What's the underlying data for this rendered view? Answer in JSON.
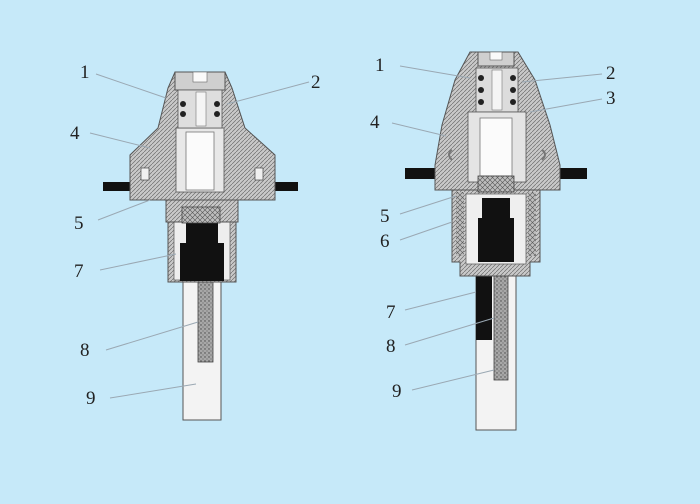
{
  "diagram": {
    "background": "#c6e9f9",
    "left": {
      "labels": [
        "1",
        "2",
        "4",
        "5",
        "7",
        "8",
        "9"
      ]
    },
    "right": {
      "labels": [
        "1",
        "2",
        "3",
        "4",
        "5",
        "6",
        "7",
        "8",
        "9"
      ]
    }
  }
}
